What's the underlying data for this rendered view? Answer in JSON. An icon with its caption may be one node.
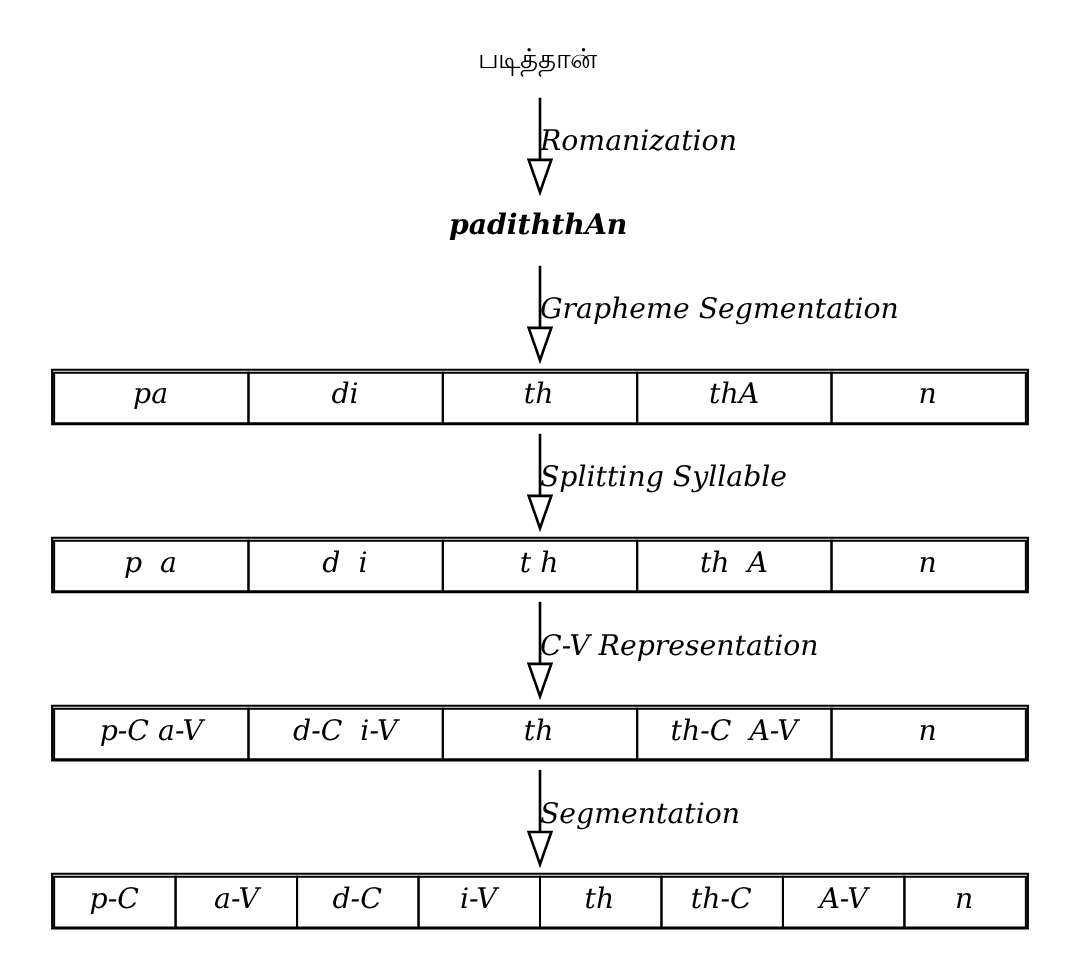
{
  "diagram": {
    "nodes": [
      {
        "text": [
          "படித்தான்"
        ]
      },
      {
        "text": [
          "padiththAn"
        ]
      },
      {
        "text": [
          "pa",
          "di",
          "th",
          "thA",
          "n"
        ]
      },
      {
        "text": [
          "p  a",
          "d  i",
          "t h",
          "th  A",
          "n"
        ]
      },
      {
        "text": [
          "p-C a-V",
          "d-C  i-V",
          "th",
          "th-C  A-V",
          "n"
        ]
      },
      {
        "text": [
          "p-C",
          "a-V",
          "d-C",
          "i-V",
          "th",
          "th-C",
          "A-V",
          "n"
        ]
      }
    ],
    "edges": [
      {
        "from": 0,
        "to": 1,
        "arrow": "to",
        "label": "Romanization"
      },
      {
        "from": 1,
        "to": 2,
        "arrow": "to",
        "label": "Grapheme Segmentation"
      },
      {
        "from": 2,
        "to": 3,
        "arrow": "to",
        "label": "Splitting Syllable"
      },
      {
        "from": 3,
        "to": 4,
        "arrow": "to",
        "label": "C-V Representation"
      },
      {
        "from": 4,
        "to": 5,
        "arrow": "to",
        "label": "Segmentation"
      }
    ]
  }
}
